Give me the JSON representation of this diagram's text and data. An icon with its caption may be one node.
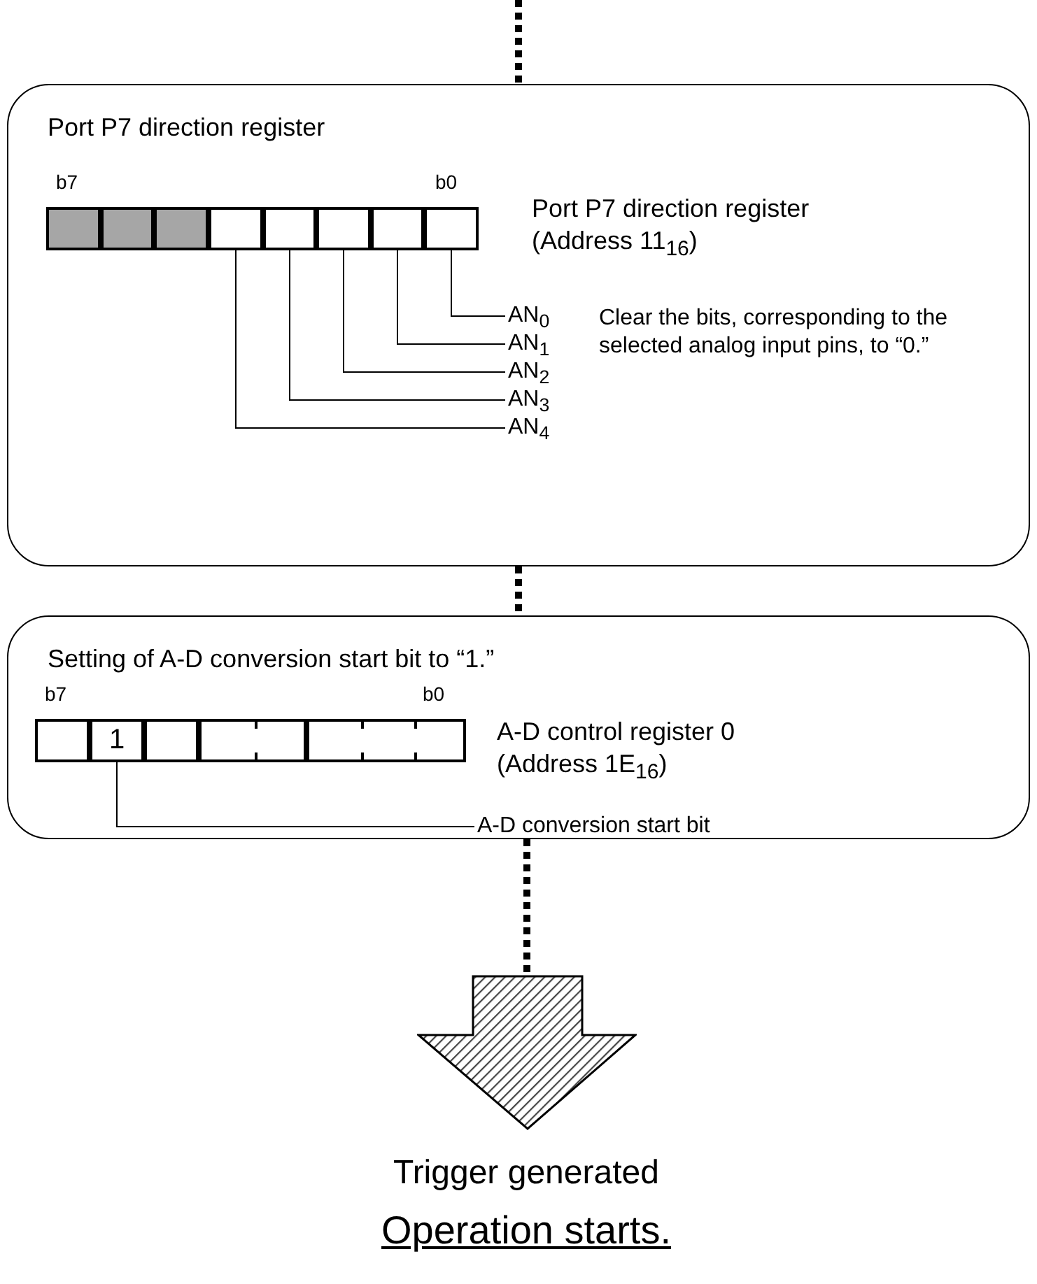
{
  "diagram": {
    "nodes": [
      {
        "text": [
          "Port P7 direction register"
        ]
      },
      {
        "text": [],
        "shape": "box",
        "in": 0
      },
      {
        "text": [],
        "shape": "box",
        "in": 0
      },
      {
        "text": [],
        "shape": "box",
        "in": 0
      },
      {
        "text": [],
        "shape": "box",
        "in": 0
      },
      {
        "text": [],
        "shape": "box",
        "in": 0
      },
      {
        "text": [],
        "shape": "box",
        "in": 0
      },
      {
        "text": [],
        "shape": "box",
        "in": 0
      },
      {
        "text": [],
        "shape": "box",
        "in": 0
      },
      {
        "text": [
          "AN$_{0}$"
        ],
        "in": 0
      },
      {
        "text": [
          "AN$_{1}$"
        ],
        "in": 0
      },
      {
        "text": [
          "AN$_{2}$"
        ],
        "in": 0
      },
      {
        "text": [
          "AN$_{3}$"
        ],
        "in": 0
      },
      {
        "text": [
          "AN$_{4}$"
        ],
        "in": 0
      },
      {
        "text": [
          "Setting of A-D conversion start bit to “1.”"
        ]
      },
      {
        "text": [],
        "shape": "box",
        "in": 14
      },
      {
        "text": [
          "1"
        ],
        "in": 14
      },
      {
        "text": [],
        "shape": "box",
        "in": 14
      },
      {
        "text": [],
        "shape": "box",
        "in": 14
      },
      {
        "text": [],
        "shape": "box",
        "in": 14
      },
      {
        "text": [
          "A-D conversion start bit"
        ],
        "in": 14
      },
      {
        "text": [],
        "shape": "arrow",
        "beside": [
          "Trigger generated"
        ]
      }
    ],
    "edges": [
      {
        "from": null,
        "to": 0,
        "arrow": "none",
        "style": "dashed"
      },
      {
        "from": 0,
        "to": 14,
        "arrow": "none",
        "style": "dashed"
      },
      {
        "from": 14,
        "to": 21,
        "arrow": "none",
        "style": "dashed"
      },
      {
        "from": 9,
        "to": 8,
        "arrow": "none"
      },
      {
        "from": 10,
        "to": 7,
        "arrow": "none"
      },
      {
        "from": 11,
        "to": 6,
        "arrow": "none"
      },
      {
        "from": 12,
        "to": 5,
        "arrow": "none"
      },
      {
        "from": 13,
        "to": 4,
        "arrow": "none"
      },
      {
        "from": 20,
        "to": 16,
        "arrow": "none"
      }
    ],
    "labels": [
      "b7",
      "b0",
      "Port P7 direction register (Address 11$_{16}$)",
      "Clear the bits, corresponding to the selected analog input pins, to “0.”",
      "b7",
      "b0",
      "A-D control register 0 (Address 1E$_{16}$)",
      "Operation starts."
    ]
  }
}
